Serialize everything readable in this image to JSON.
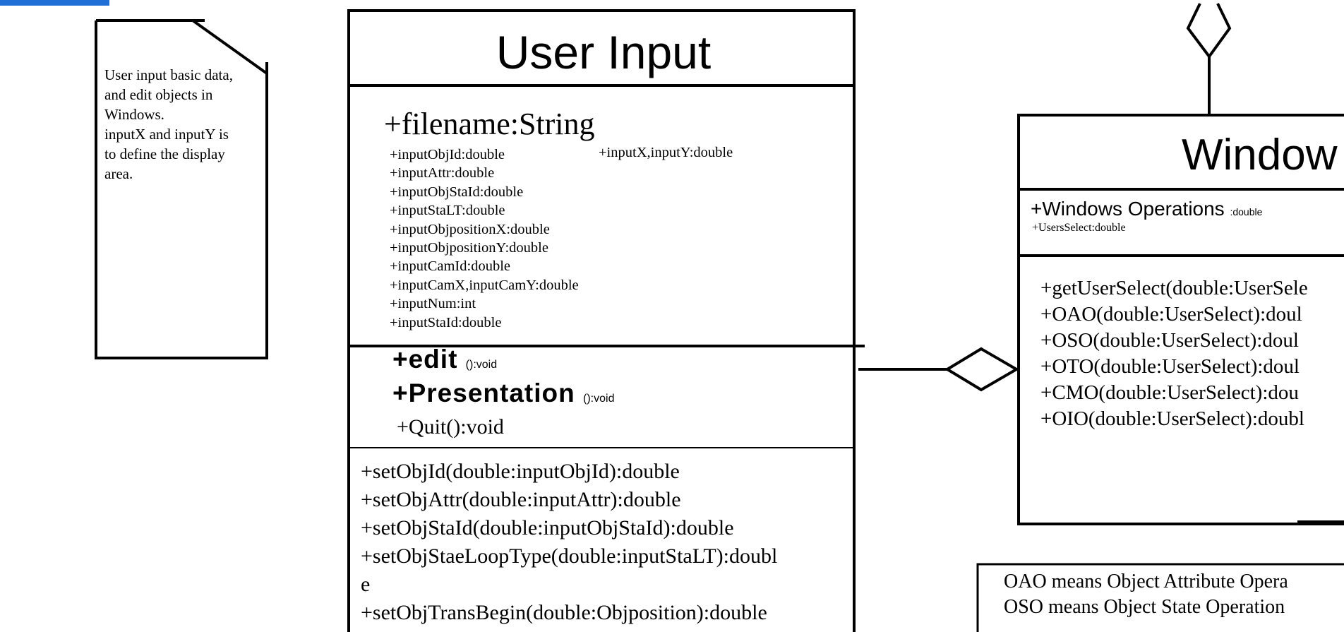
{
  "note": {
    "lines": [
      "User input basic data,",
      "and edit objects in",
      "Windows.",
      "inputX and inputY is",
      "to define the display",
      "area."
    ]
  },
  "user_input": {
    "title": "User Input",
    "main_attribute": "+filename:String",
    "attributes": [
      "+inputObjId:double",
      "+inputAttr:double",
      "+inputObjStaId:double",
      "+inputStaLT:double",
      "+inputObjpositionX:double",
      "+inputObjpositionY:double",
      "+inputCamId:double",
      "+inputCamX,inputCamY:double",
      "+inputNum:int",
      "+inputStaId:double"
    ],
    "side_attribute": "+inputX,inputY:double",
    "op_edit": {
      "name": "+edit",
      "sig": "():void"
    },
    "op_presentation": {
      "name": "+Presentation",
      "sig": "():void"
    },
    "op_quit": "+Quit():void",
    "set_methods": [
      "+setObjId(double:inputObjId):double",
      "+setObjAttr(double:inputAttr):double",
      "+setObjStaId(double:inputObjStaId):double",
      "+setObjStaeLoopType(double:inputStaLT):doubl",
      "e",
      "+setObjTransBegin(double:Objposition):double"
    ]
  },
  "windows": {
    "title": "Window",
    "attr_operations": "+Windows Operations",
    "attr_operations_type": ":double",
    "attr_users_select": "+UsersSelect:double",
    "methods": [
      "+getUserSelect(double:UserSele",
      "+OAO(double:UserSelect):doul",
      "+OSO(double:UserSelect):doul",
      "+OTO(double:UserSelect):doul",
      "+CMO(double:UserSelect):dou",
      "+OIO(double:UserSelect):doubl"
    ]
  },
  "legend": {
    "lines": [
      "OAO means Object Attribute Opera",
      "OSO means Object State Operation"
    ]
  }
}
